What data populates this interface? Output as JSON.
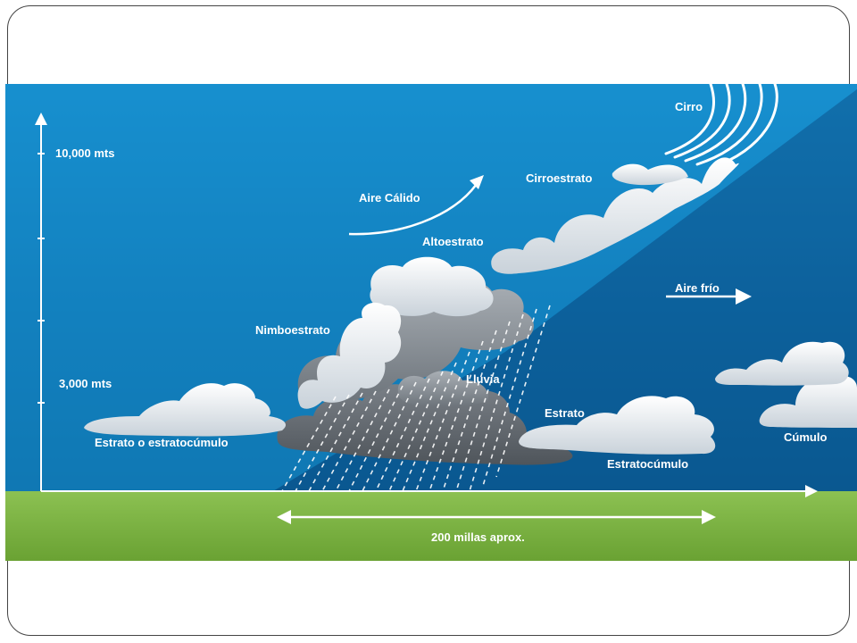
{
  "labels": {
    "cirro": "Cirro",
    "cirroestrato": "Cirroestrato",
    "aire_calido": "Aire Cálido",
    "altoestrato": "Altoestrato",
    "aire_frio": "Aire frío",
    "nimboestrato": "Nimboestrato",
    "lluvia": "Lluvia",
    "estrato_o_estratocumulo": "Estrato o estratocúmulo",
    "estrato": "Estrato",
    "estratocumulo": "Estratocúmulo",
    "cumulo": "Cúmulo"
  },
  "axis": {
    "top_tick": "10,000 mts",
    "low_tick": "3,000 mts"
  },
  "distance": "200 millas aprox.",
  "colors": {
    "sky_top": "#1e7fc0",
    "sky_bottom": "#0b5b95",
    "warm_air": "#1590d0",
    "ground": "#7cb342",
    "cloud_white": "#f4f6f8",
    "cloud_gray": "#8a9096"
  }
}
